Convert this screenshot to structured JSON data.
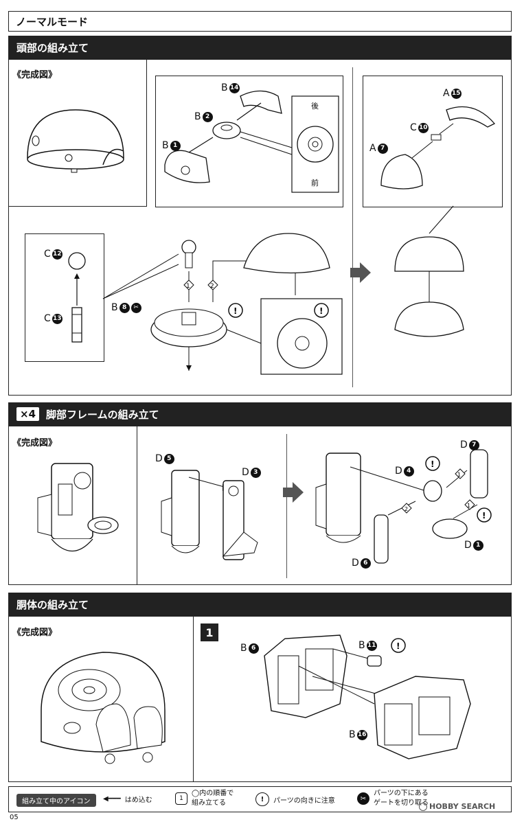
{
  "header": {
    "mode_title": "ノーマルモード"
  },
  "sections": {
    "head": {
      "title": "頭部の組み立て"
    },
    "leg": {
      "multiplier": "×4",
      "title": "脚部フレームの組み立て"
    },
    "body": {
      "title": "胴体の組み立て"
    }
  },
  "complete_label": "《完成図》",
  "head_labels": {
    "b14": {
      "letter": "B",
      "num": "14"
    },
    "b2": {
      "letter": "B",
      "num": "2"
    },
    "b1": {
      "letter": "B",
      "num": "1"
    },
    "a15": {
      "letter": "A",
      "num": "15"
    },
    "c10": {
      "letter": "C",
      "num": "10"
    },
    "a7": {
      "letter": "A",
      "num": "7"
    },
    "c12": {
      "letter": "C",
      "num": "12"
    },
    "c13": {
      "letter": "C",
      "num": "13"
    },
    "b8": {
      "letter": "B",
      "num": "8"
    },
    "back": "後",
    "front": "前",
    "step1": "1",
    "step2": "2"
  },
  "leg_labels": {
    "d5": {
      "letter": "D",
      "num": "5"
    },
    "d3": {
      "letter": "D",
      "num": "3"
    },
    "d4": {
      "letter": "D",
      "num": "4"
    },
    "d7": {
      "letter": "D",
      "num": "7"
    },
    "d6": {
      "letter": "D",
      "num": "6"
    },
    "d1": {
      "letter": "D",
      "num": "1"
    },
    "step1": "1",
    "step2": "2"
  },
  "body_labels": {
    "step": "1",
    "b6": {
      "letter": "B",
      "num": "6"
    },
    "b11": {
      "letter": "B",
      "num": "11"
    },
    "b16": {
      "letter": "B",
      "num": "16"
    }
  },
  "legend": {
    "badge": "組み立て中のアイコン",
    "insert": "はめ込む",
    "order_num": "1",
    "order_text_1": "◯内の順番で",
    "order_text_2": "組み立てる",
    "caution": "パーツの向きに注意",
    "gate_1": "パーツの下にある",
    "gate_2": "ゲートを切り取る"
  },
  "footer": {
    "page_number": "05",
    "watermark": "HOBBY SEARCH"
  }
}
